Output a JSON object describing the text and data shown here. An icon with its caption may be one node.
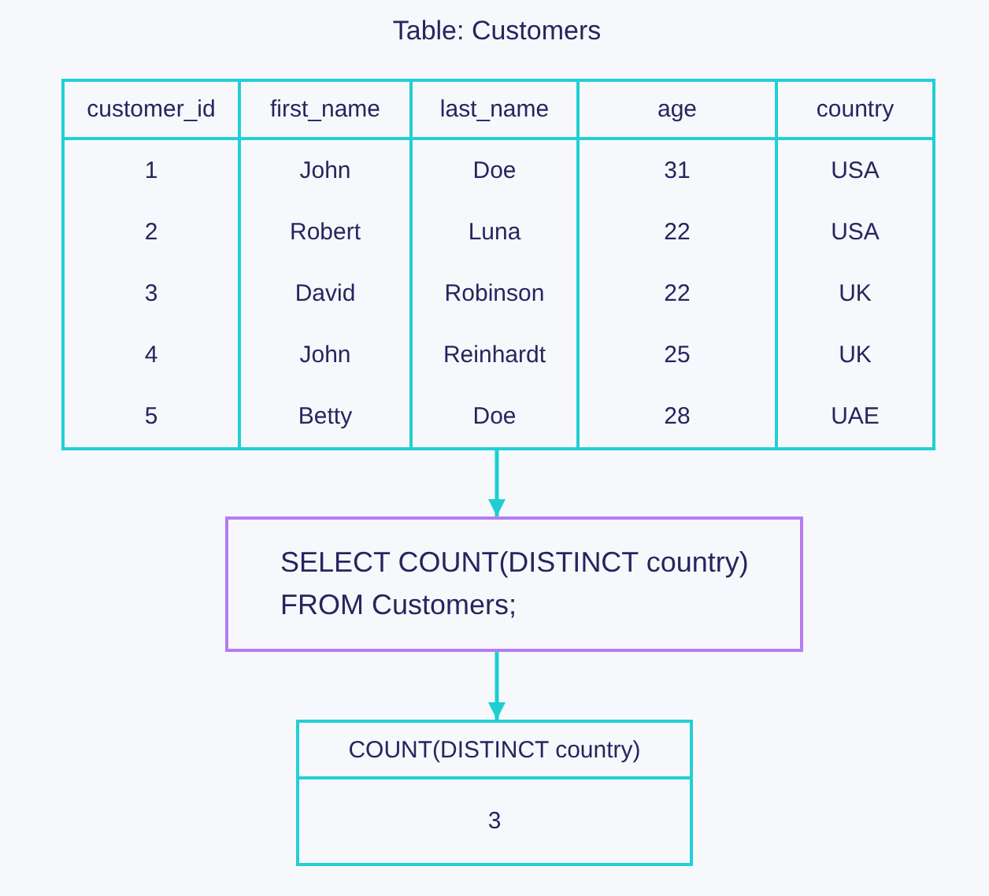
{
  "diagram": {
    "nodes": [
      {
        "text": [
          "Table: Customers",
          "customer_id",
          "first_name",
          "last_name",
          "age",
          "country",
          "1",
          "John",
          "Doe",
          "31",
          "USA",
          "2",
          "Robert",
          "Luna",
          "22",
          "USA",
          "3",
          "David",
          "Robinson",
          "22",
          "UK",
          "4",
          "John",
          "Reinhardt",
          "25",
          "UK",
          "5",
          "Betty",
          "Doe",
          "28",
          "UAE"
        ]
      },
      {
        "text": [
          "SELECT COUNT(DISTINCT country) FROM Customers;"
        ]
      },
      {
        "text": [
          "COUNT(DISTINCT country)",
          "3"
        ]
      }
    ],
    "edges": [
      {
        "from": 0,
        "to": 1,
        "arrow": "to"
      },
      {
        "from": 1,
        "to": 2,
        "arrow": "to"
      }
    ]
  }
}
